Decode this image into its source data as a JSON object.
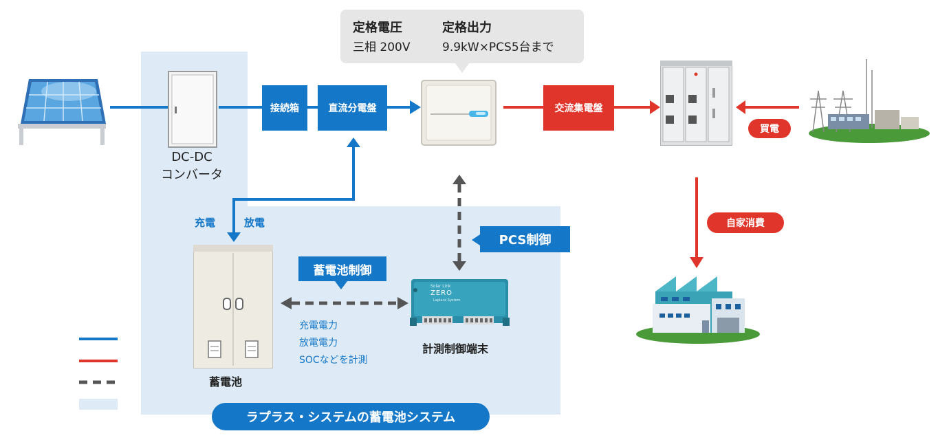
{
  "spec": {
    "voltage_title": "定格電圧",
    "voltage_value": "三相 200V",
    "output_title": "定格出力",
    "output_value": "9.9kW×PCS5台まで"
  },
  "boxes": {
    "junction": "接続箱",
    "dc_panel": "直流分電盤",
    "ac_panel": "交流集電盤"
  },
  "labels": {
    "converter_line1": "DC-DC",
    "converter_line2": "コンバータ",
    "charge": "充電",
    "discharge": "放電",
    "battery": "蓄電池",
    "terminal": "計測制御端末",
    "measure_1": "充電電力",
    "measure_2": "放電電力",
    "measure_3": "SOCなどを計測",
    "terminal_brand_1": "Solar Link",
    "terminal_brand_2": "ZERO",
    "terminal_brand_3": "Laplace System"
  },
  "tags": {
    "pcs_control": "PCS制御",
    "battery_control": "蓄電池制御",
    "buy_power": "買電",
    "self_consumption": "自家消費"
  },
  "system_name": "ラプラス・システムの蓄電池システム",
  "colors": {
    "dc_line": "#1477c8",
    "ac_line": "#e0352b",
    "control_line": "#555555",
    "system_area": "#deebf7"
  }
}
